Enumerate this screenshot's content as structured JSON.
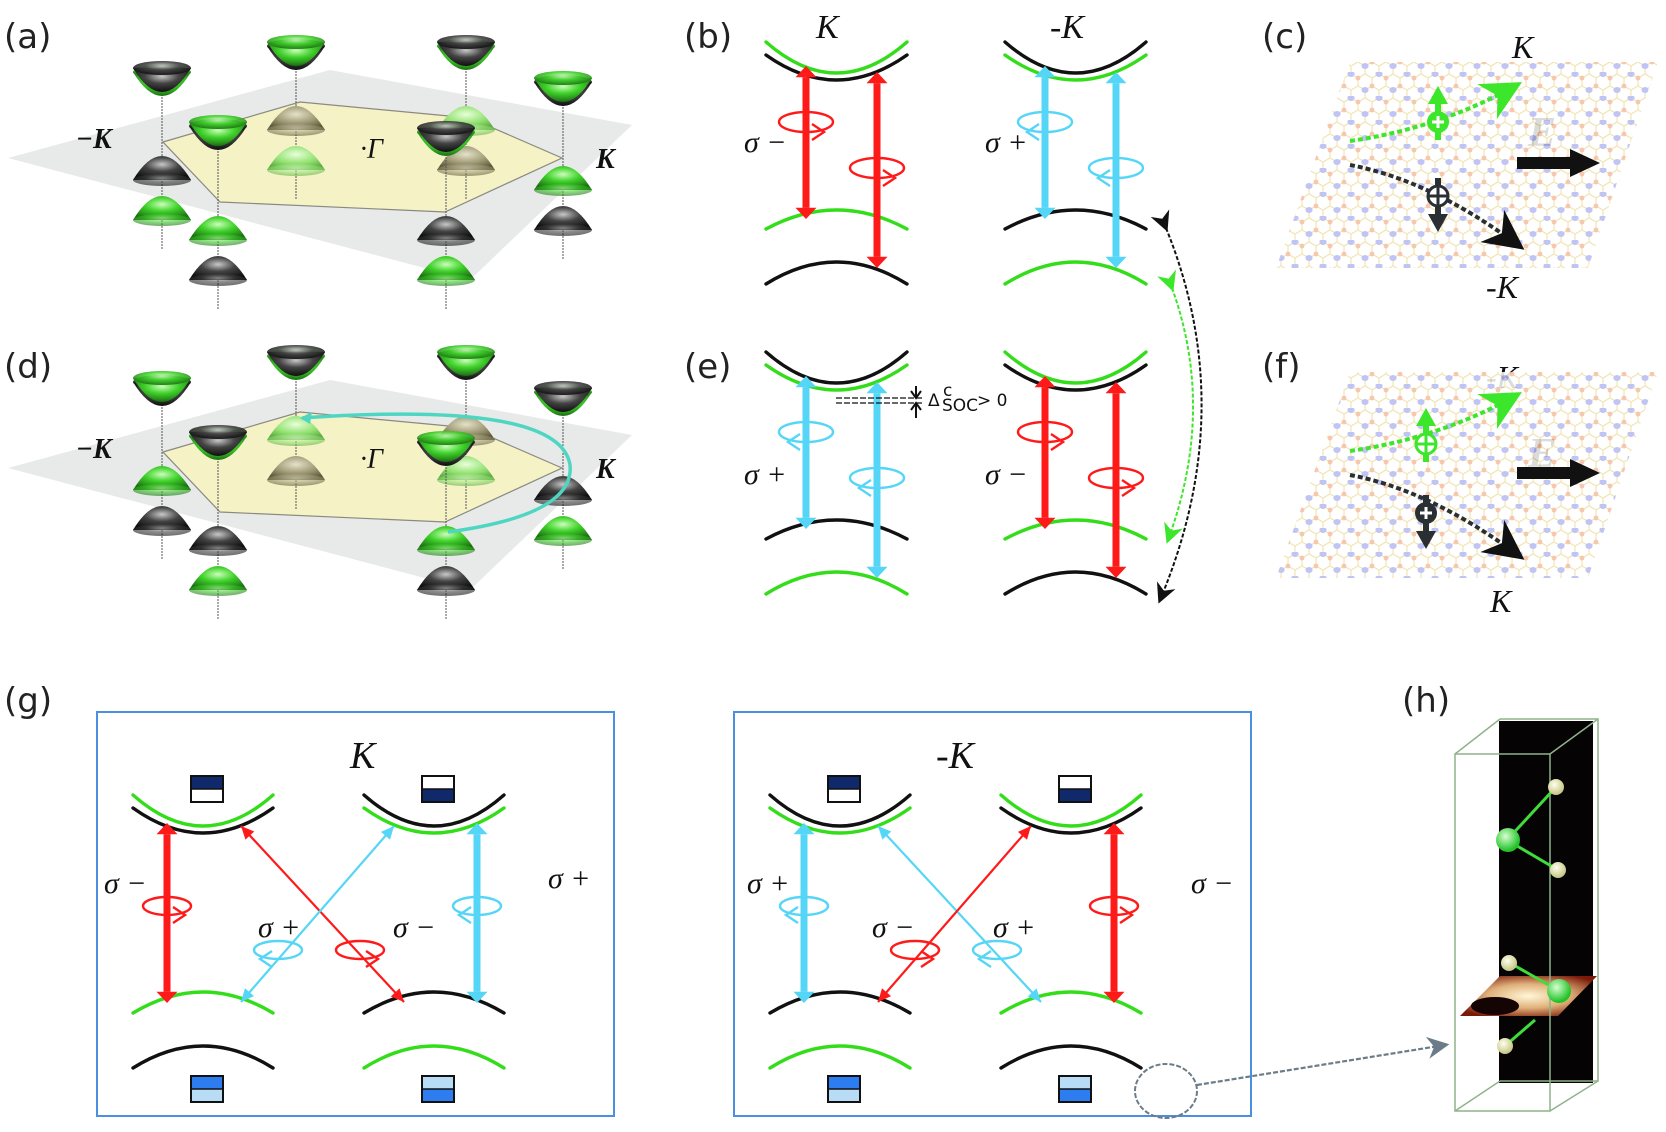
{
  "figure": {
    "panel_labels": [
      "(a)",
      "(b)",
      "(c)",
      "(d)",
      "(e)",
      "(f)",
      "(g)",
      "(h)"
    ],
    "colors": {
      "red": "#ff1a1a",
      "cyan": "#55d6f7",
      "green": "#33dd1a",
      "black": "#111111",
      "box_border": "#4a8fe0",
      "plane_gray": "#e8eaea",
      "hexagon_fill": "#f5f2c6",
      "dark_navy": "#10296b",
      "bright_blue": "#2e7df0",
      "light_blue": "#b8dcf5",
      "lattice_blue": "#aeb6f0",
      "lattice_orange": "#f5c3a8",
      "hall_green": "#3ce62a",
      "hall_dark": "#2a2f33",
      "orbit_cyan": "#4fd6c2"
    },
    "brillouin_zone": {
      "gamma_label": "·Γ",
      "minus_k_label": "−K",
      "k_label": "K",
      "panel_a_cone_order": [
        "black-top",
        "green-top",
        "black-top",
        "green-top",
        "black-top",
        "green-top"
      ],
      "panel_d_cone_order": [
        "green-top",
        "black-top",
        "green-top",
        "black-top",
        "green-top",
        "black-top"
      ]
    },
    "band_diagrams": {
      "b": {
        "left": {
          "valley": "K",
          "polarization": "σ −",
          "top_order": "green-above",
          "light": "red"
        },
        "right": {
          "valley": "-K",
          "polarization": "σ +",
          "top_order": "black-above",
          "light": "cyan"
        }
      },
      "e": {
        "left": {
          "polarization": "σ +",
          "top_order": "black-above",
          "light": "cyan"
        },
        "right": {
          "polarization": "σ −",
          "top_order": "green-above",
          "light": "red"
        },
        "soc_label": "Δ",
        "soc_sup": "c",
        "soc_sub": "SOC",
        "soc_rel": "> 0"
      }
    },
    "valley_hall": {
      "c": {
        "top_valley": "K",
        "bottom_valley": "-K",
        "field_label": "E"
      },
      "f": {
        "top_valley": "-K",
        "bottom_valley": "K",
        "field_label": "E"
      }
    },
    "selection_rules": {
      "g_left": {
        "title": "K",
        "vertical_left": "σ −",
        "vertical_right": "σ +",
        "cross_cyan": "σ +",
        "cross_red": "σ −"
      },
      "g_right": {
        "title": "-K",
        "vertical_left": "σ +",
        "vertical_right": "σ −",
        "cross_red": "σ −",
        "cross_cyan": "σ +"
      }
    },
    "crystal_structure": {
      "atoms_green": 2,
      "atoms_yellow": 4
    }
  }
}
